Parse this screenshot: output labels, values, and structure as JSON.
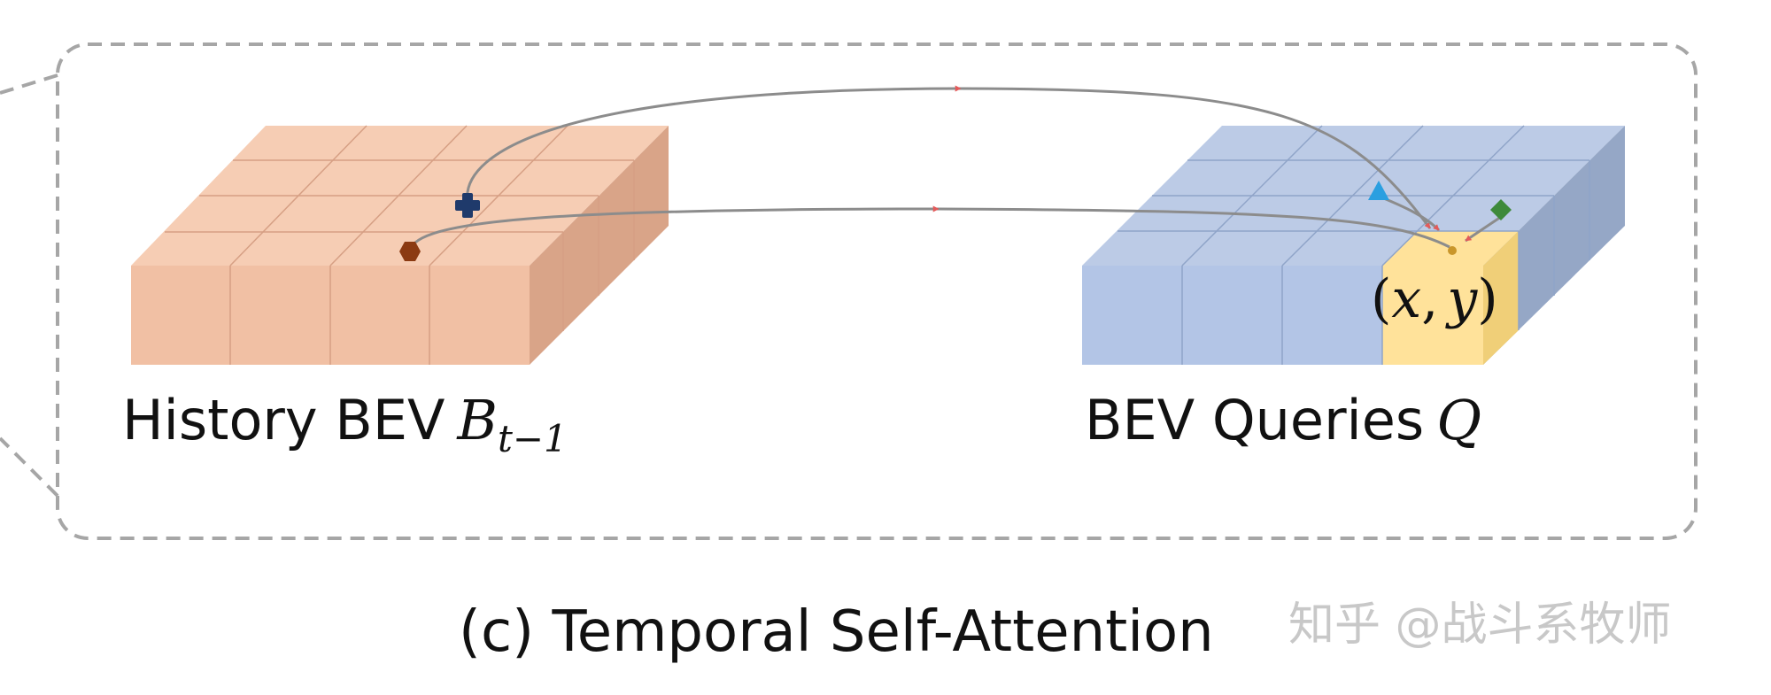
{
  "history_label": {
    "text": "History BEV",
    "symbol": "B",
    "subscript": "t−1"
  },
  "queries_label": {
    "text": "BEV Queries",
    "symbol": "Q"
  },
  "point_label": {
    "open": "(",
    "x": "x",
    "comma": ",",
    "y": "y",
    "close": ")"
  },
  "caption": "(c) Temporal Self-Attention",
  "watermark": "知乎 @战斗系牧师",
  "colors": {
    "history_top": "#f6cdb4",
    "history_front": "#f1c0a4",
    "history_side": "#d9a488",
    "history_grid": "#d69f84",
    "queries_top": "#bccbe6",
    "queries_front": "#b3c5e6",
    "queries_side": "#95a7c6",
    "queries_grid": "#8fa4c8",
    "highlight_cell": "#ffe29a",
    "arrow_line": "#8c8c8c",
    "arrow_head": "#e35a5a",
    "marker_cross": "#1f3a6b",
    "marker_hexagon": "#8b3a12",
    "marker_triangle": "#2a9fe0",
    "marker_diamond": "#3e8a3a",
    "dashed_border": "#a6a6a6"
  },
  "icons": [
    "cross-marker-icon",
    "hexagon-marker-icon",
    "triangle-marker-icon",
    "diamond-marker-icon"
  ]
}
